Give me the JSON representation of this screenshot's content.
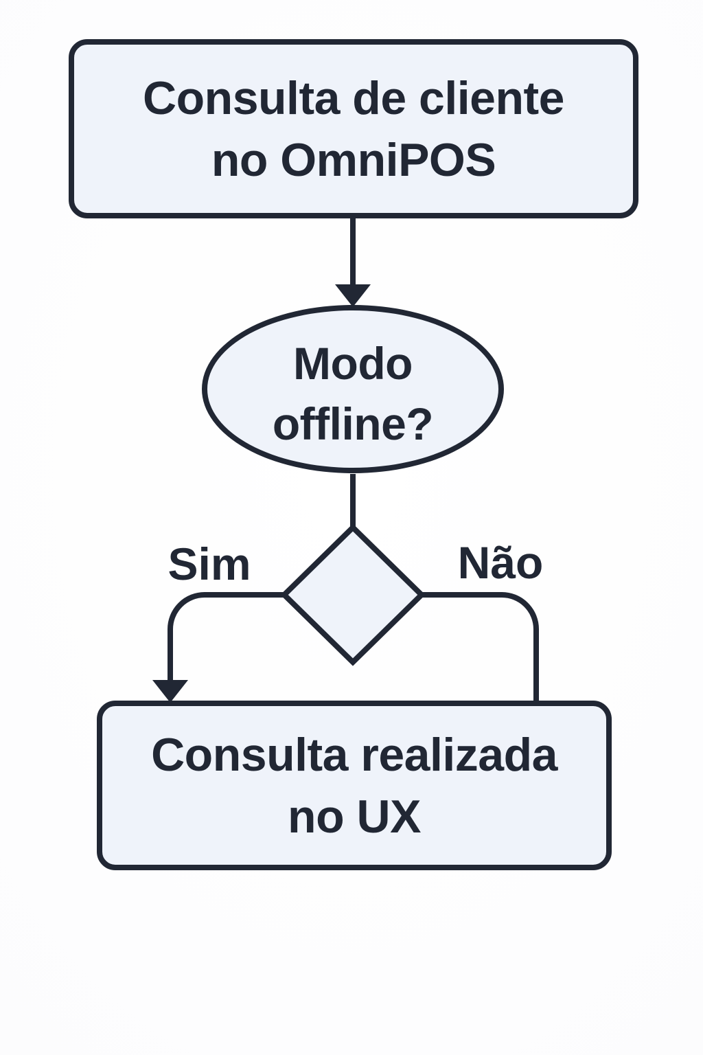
{
  "flowchart": {
    "start_node": {
      "line1": "Consulta de cliente",
      "line2": "no OmniPOS"
    },
    "decision_node": {
      "line1": "Modo",
      "line2": "offline?"
    },
    "end_node": {
      "line1": "Consulta realizada",
      "line2": "no UX"
    },
    "branch_yes_label": "Sim",
    "branch_no_label": "Não",
    "colors": {
      "stroke": "#212734",
      "node_fill": "#eff3fa",
      "text": "#212734",
      "background": "#fcfcfd"
    }
  }
}
